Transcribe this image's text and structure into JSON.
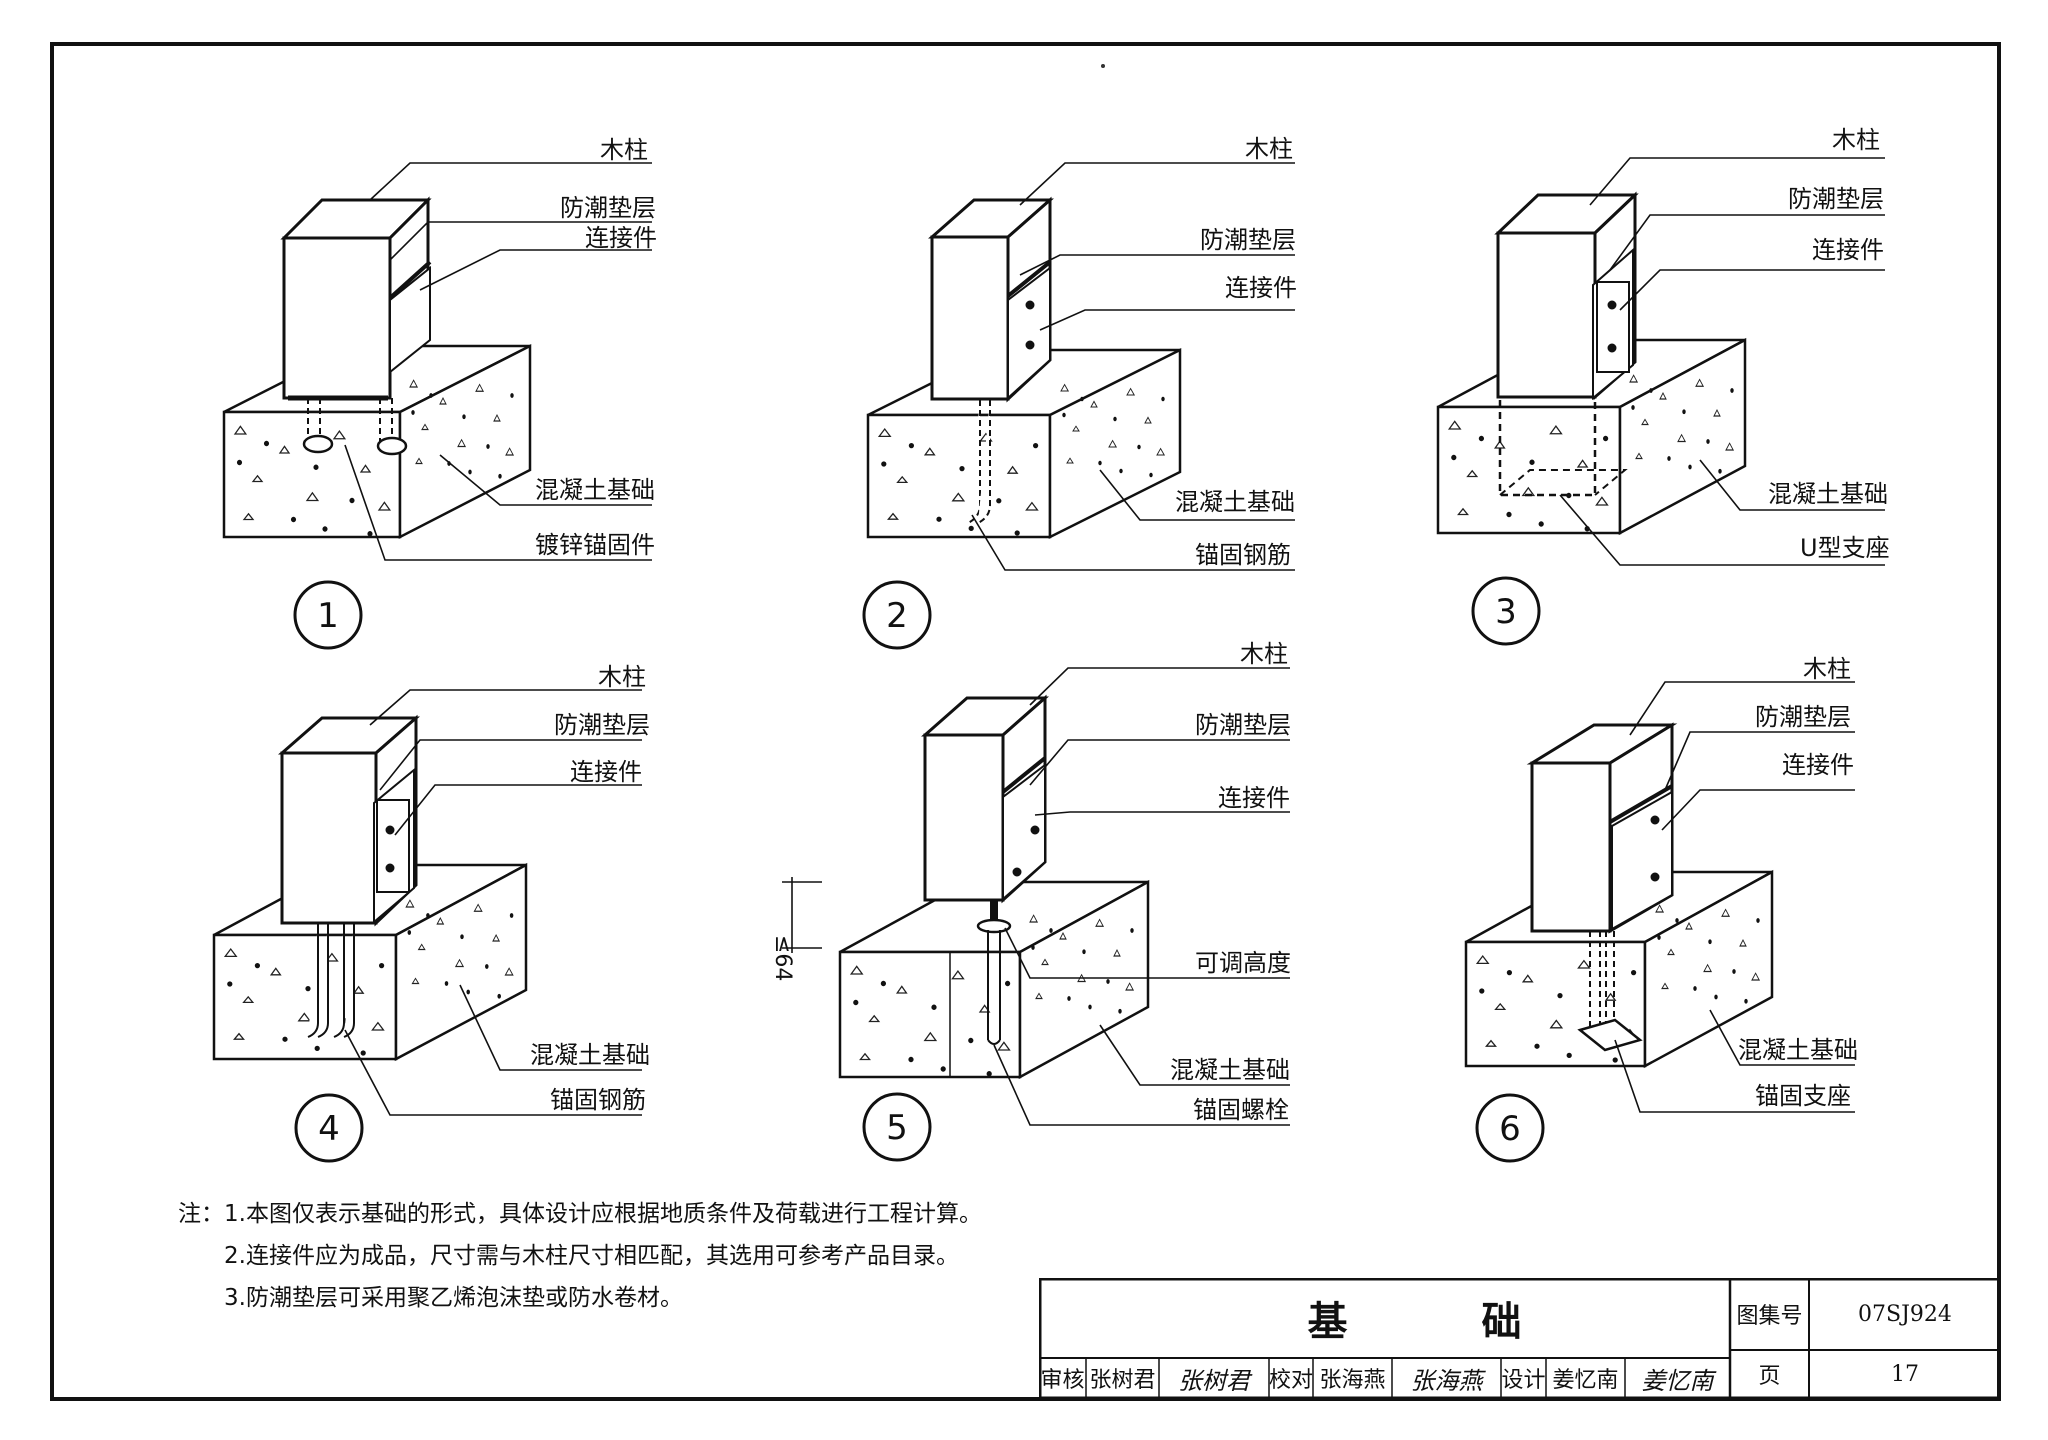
{
  "figures": [
    {
      "number": "1",
      "labels": [
        "木柱",
        "防潮垫层",
        "连接件",
        "混凝土基础",
        "镀锌锚固件"
      ]
    },
    {
      "number": "2",
      "labels": [
        "木柱",
        "防潮垫层",
        "连接件",
        "混凝土基础",
        "锚固钢筋"
      ]
    },
    {
      "number": "3",
      "labels": [
        "木柱",
        "防潮垫层",
        "连接件",
        "混凝土基础",
        "U型支座"
      ]
    },
    {
      "number": "4",
      "labels": [
        "木柱",
        "防潮垫层",
        "连接件",
        "混凝土基础",
        "锚固钢筋"
      ]
    },
    {
      "number": "5",
      "labels": [
        "木柱",
        "防潮垫层",
        "连接件",
        "可调高度",
        "混凝土基础",
        "锚固螺栓"
      ],
      "dimension": "≤64"
    },
    {
      "number": "6",
      "labels": [
        "木柱",
        "防潮垫层",
        "连接件",
        "混凝土基础",
        "锚固支座"
      ]
    }
  ],
  "notes": [
    "注：1.本图仅表示基础的形式，具体设计应根据地质条件及荷载进行工程计算。",
    "2.连接件应为成品，尺寸需与木柱尺寸相匹配，其选用可参考产品目录。",
    "3.防潮垫层可采用聚乙烯泡沫垫或防水卷材。"
  ],
  "title_block": {
    "title": "基 础",
    "atlas_label": "图集号",
    "atlas_number": "07SJ924",
    "page_label": "页",
    "page_number": "17",
    "review_label": "审核",
    "reviewer": "张树君",
    "reviewer_signature": "张树君",
    "check_label": "校对",
    "checker": "张海燕",
    "checker_signature": "张海燕",
    "design_label": "设计",
    "designer": "姜忆南",
    "designer_signature": "姜忆南"
  }
}
